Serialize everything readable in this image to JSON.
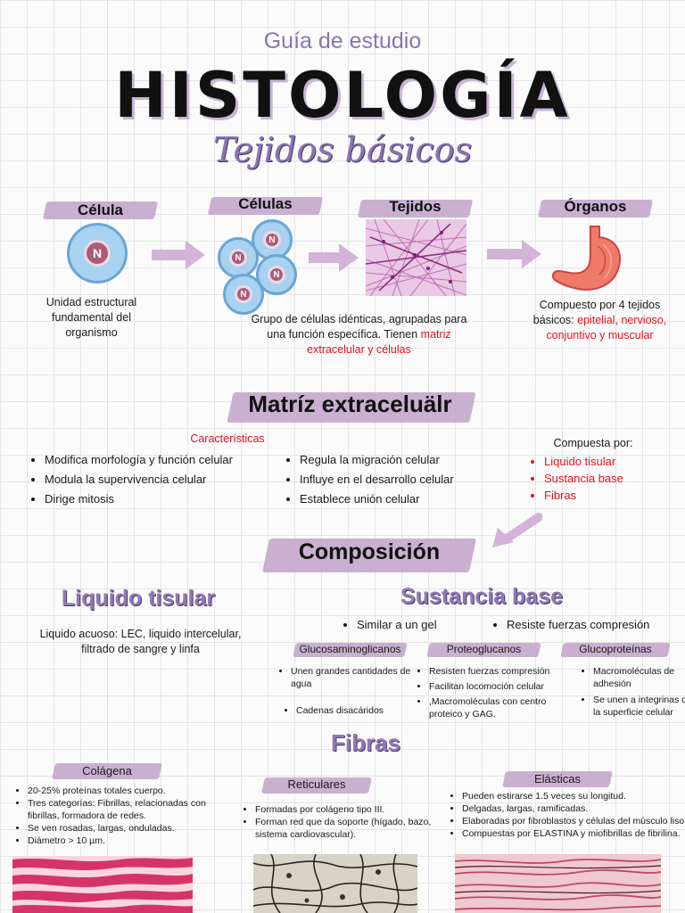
{
  "header": {
    "subtitle_top": "Guía de estudio",
    "main_title": "HISTOLOGÍA",
    "subtitle": "Tejidos básicos"
  },
  "levels": {
    "celula": {
      "label": "Célula",
      "desc": "Unidad estructural fundamental del organismo"
    },
    "celulas": {
      "label": "Células",
      "desc_plain": "Grupo de células idénticas, agrupadas para una función específica. Tienen",
      "desc_red": "matriz extracelular y células"
    },
    "tejidos": {
      "label": "Tejidos"
    },
    "organos": {
      "label": "Órganos",
      "desc_plain": "Compuesto por 4 tejidos básicos:",
      "desc_red": "epitelial, nervioso, conjuntivo y muscular"
    },
    "nucleus_letter": "N"
  },
  "matriz": {
    "title": "Matríz extraceluälr",
    "caract_title": "Características",
    "col1": [
      "Modifica morfología y función celular",
      "Modula la supervivencia celular",
      "Dirige mitosis"
    ],
    "col2": [
      "Regula la migración celular",
      "Influye en el desarrollo celular",
      "Establece unión celular"
    ],
    "compuesta_title": "Compuesta por:",
    "compuesta": [
      "Liquido tisular",
      "Sustancia base",
      "Fibras"
    ]
  },
  "composicion": {
    "title": "Composición",
    "liquido": {
      "title": "Liquido tisular",
      "desc": "Liquido acuoso: LEC, liquido intercelular, filtrado de sangre y linfa"
    },
    "sustancia": {
      "title": "Sustancia base",
      "bullets": [
        "Similar a un gel",
        "Resiste fuerzas compresión"
      ],
      "gag": {
        "label": "Glucosaminoglicanos",
        "items": [
          "Unen grandes cantidades de agua",
          "Cadenas disacáridos"
        ]
      },
      "proteo": {
        "label": "Proteoglucanos",
        "items": [
          "Resisten fuerzas compresión",
          "Facilitan locomoción celular",
          ",Macromoléculas con centro proteico y GAG."
        ]
      },
      "gluco": {
        "label": "Glucoproteínas",
        "items": [
          "Macromoléculas de adhesión",
          "Se unen a integrinas de la superficie celular"
        ]
      }
    }
  },
  "fibras": {
    "title": "Fibras",
    "colagena": {
      "label": "Colágena",
      "items": [
        "20-25% proteínas totales cuerpo.",
        "Tres categorías: Fibrillas, relacionadas con fibrillas, formadora de redes.",
        "Se ven rosadas, largas, onduladas.",
        "Diámetro > 10 µm."
      ]
    },
    "reticulares": {
      "label": "Reticulares",
      "items": [
        "Formadas por colágeno tipo III.",
        "Forman red que da soporte (hígado, bazo, sistema cardiovascular)."
      ]
    },
    "elasticas": {
      "label": "Elásticas",
      "items": [
        "Pueden estirarse 1.5 veces su longitud.",
        "Delgadas, largas, ramificadas.",
        "Elaboradas por fibroblastos y células del músculo liso.",
        "Compuestas por ELASTINA y miofibrillas de fibrilina."
      ]
    }
  },
  "colors": {
    "accent_purple": "#8f79b6",
    "brush": "#c3a7cc",
    "arrow": "#d3b3d8",
    "red": "#e3121b"
  }
}
